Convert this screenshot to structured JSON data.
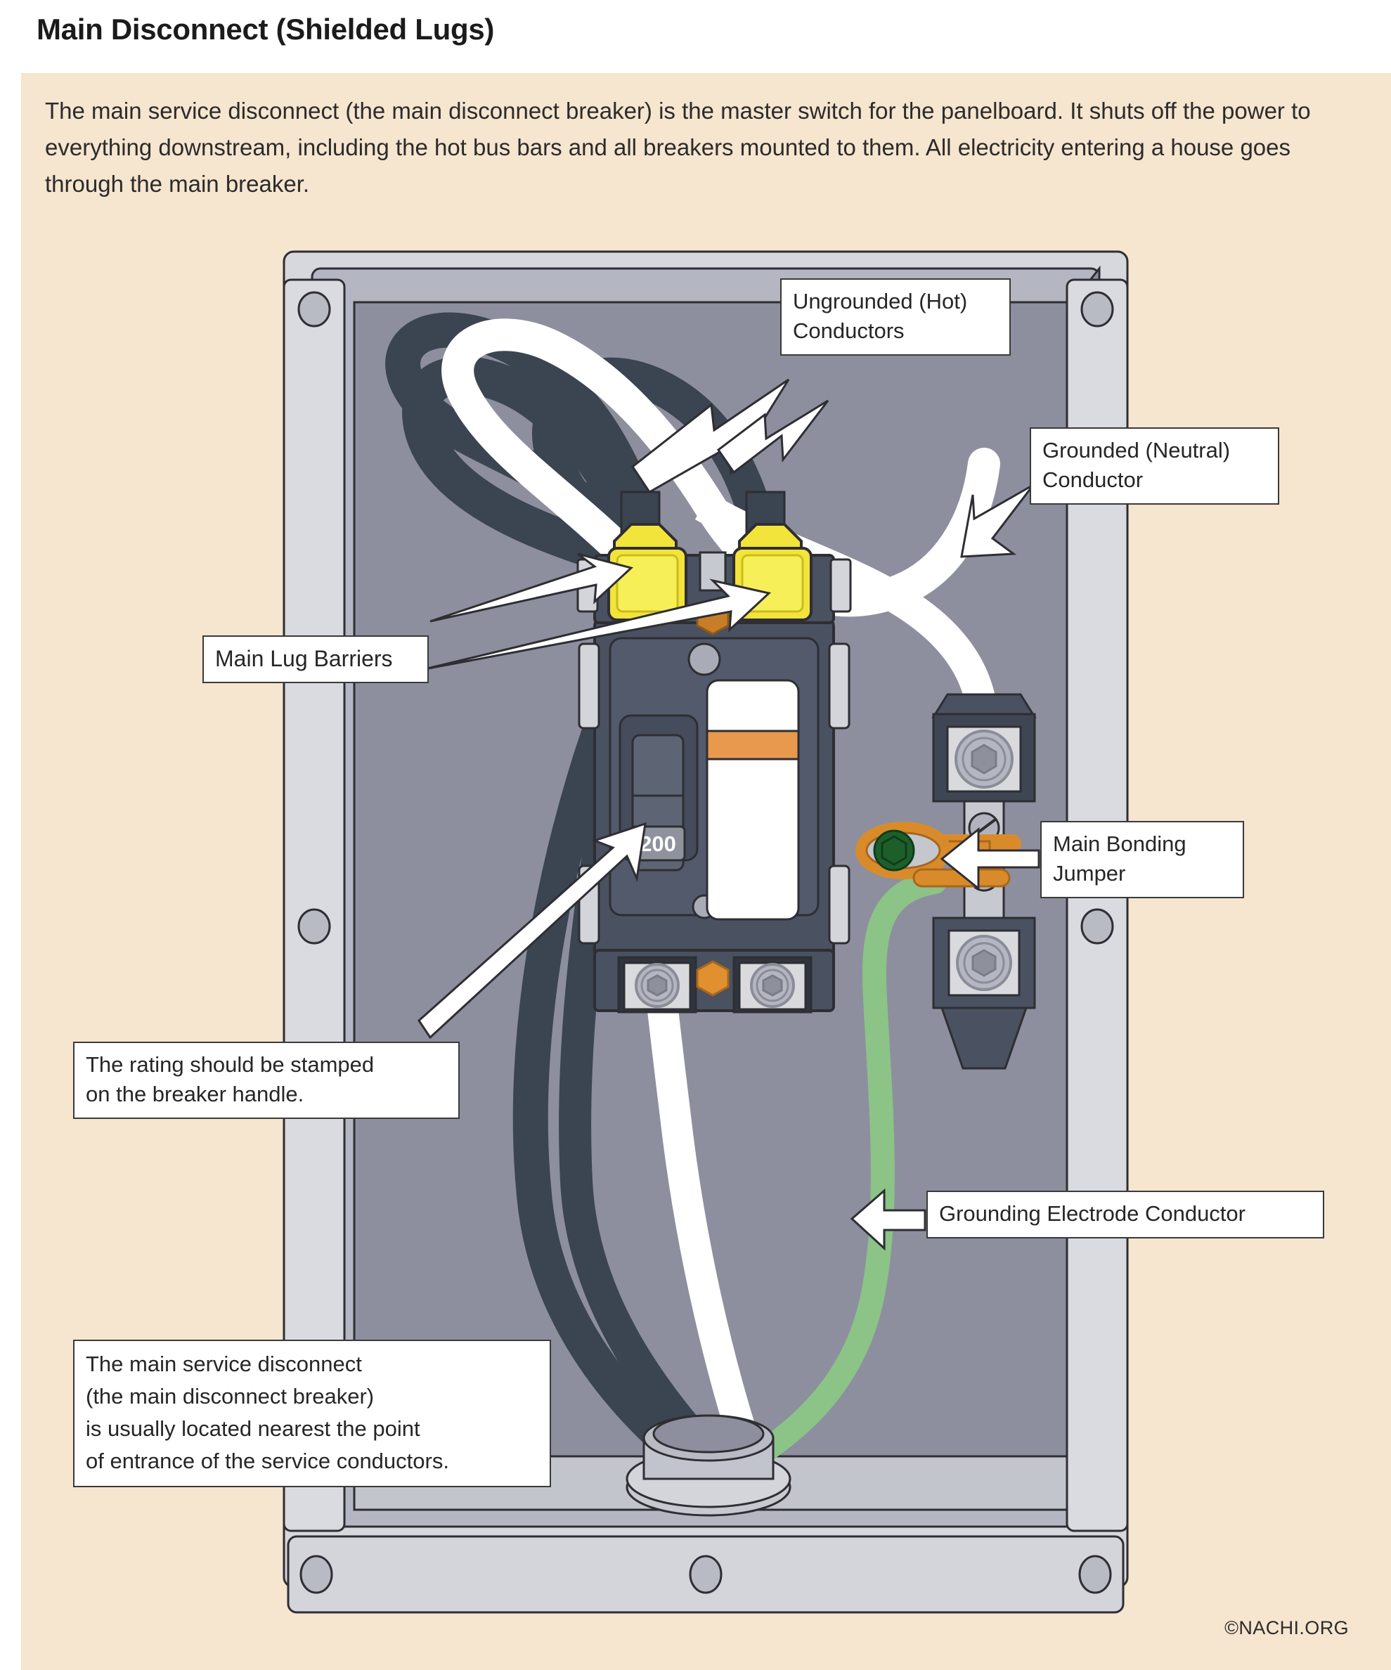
{
  "header": {
    "title": "Main Disconnect (Shielded Lugs)",
    "intro": "The main service disconnect (the main disconnect breaker) is the master switch for the panelboard. It shuts off the power to everything downstream, including the hot bus bars and all breakers mounted to them. All electricity entering a house goes through the main breaker."
  },
  "callouts": {
    "hot_conductors": "Ungrounded (Hot)\nConductors",
    "neutral_conductor": "Grounded (Neutral)\nConductor",
    "main_lug_barriers": "Main Lug Barriers",
    "main_bonding_jumper": "Main Bonding\nJumper",
    "rating_stamped": "The rating should be stamped\non the breaker handle.",
    "grounding_electrode_conductor": "Grounding Electrode Conductor",
    "located_nearest": "The main service disconnect\n(the main disconnect breaker)\nis usually located nearest the point\nof entrance of the service conductors."
  },
  "breaker": {
    "handle_rating": "200"
  },
  "footer": {
    "copyright": "©NACHI.ORG"
  },
  "colors": {
    "background": "#f6e5cf",
    "panel_interior": "#8d8f9e",
    "panel_mid_band": "#b4b6c2",
    "panel_outer_rim": "#d6d8de",
    "hot_conductor": "#3b4451",
    "neutral_conductor": "#ffffff",
    "grounding_conductor": "#8cc387",
    "lug_barrier": "#f2e43a",
    "breaker_body": "#4a5160",
    "trip_indicator": "#e8994d",
    "bonding_strap": "#d98b2b",
    "bonding_screw": "#1d5f2a",
    "callout_border": "#3a3a3a"
  }
}
